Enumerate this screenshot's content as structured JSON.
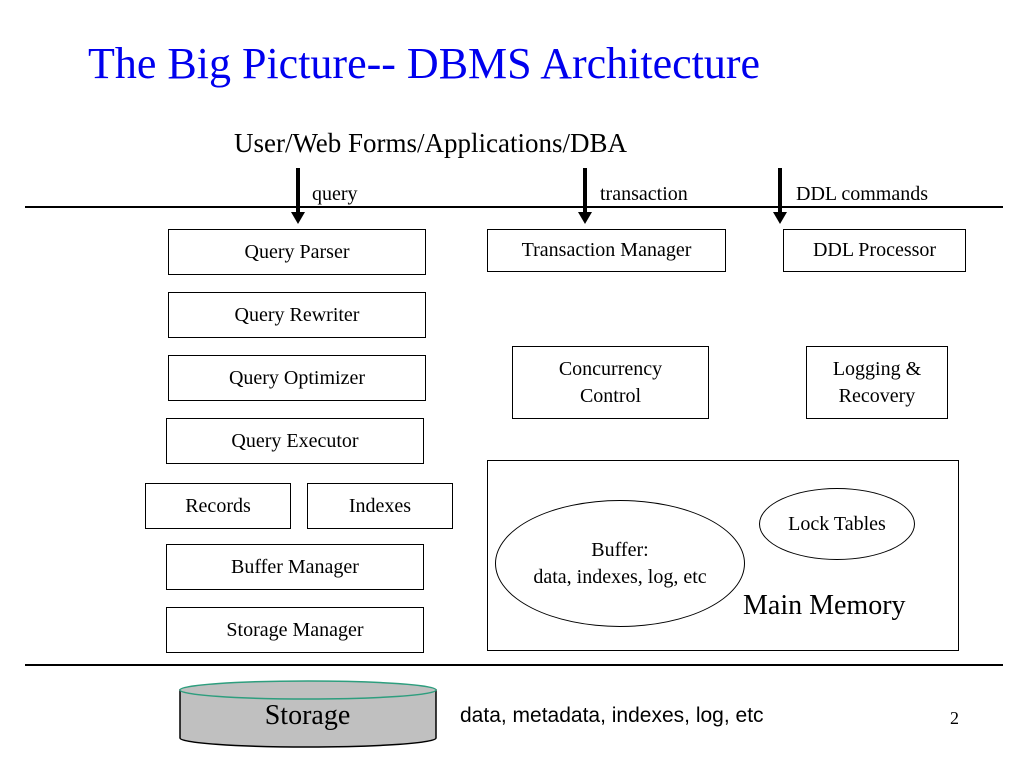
{
  "title": "The Big Picture-- DBMS Architecture",
  "users": "User/Web Forms/Applications/DBA",
  "flows": {
    "query": "query",
    "transaction": "transaction",
    "ddl": "DDL commands"
  },
  "query_pipeline": {
    "parser": "Query Parser",
    "rewriter": "Query Rewriter",
    "optimizer": "Query Optimizer",
    "executor": "Query Executor",
    "records": "Records",
    "indexes": "Indexes",
    "buffer_manager": "Buffer Manager",
    "storage_manager": "Storage Manager"
  },
  "transaction": {
    "manager": "Transaction Manager",
    "concurrency_line1": "Concurrency",
    "concurrency_line2": "Control"
  },
  "ddl": {
    "processor": "DDL Processor",
    "logging_line1": "Logging &",
    "logging_line2": "Recovery"
  },
  "memory": {
    "lock_tables": "Lock Tables",
    "buffer_line1": "Buffer:",
    "buffer_line2": "data, indexes, log, etc",
    "label": "Main Memory"
  },
  "storage": {
    "label": "Storage",
    "note": "data, metadata, indexes, log, etc",
    "fill_color": "#c0c0c0",
    "rim_color": "#2e9e7e"
  },
  "page_number": "2",
  "colors": {
    "title": "#0000ee"
  }
}
